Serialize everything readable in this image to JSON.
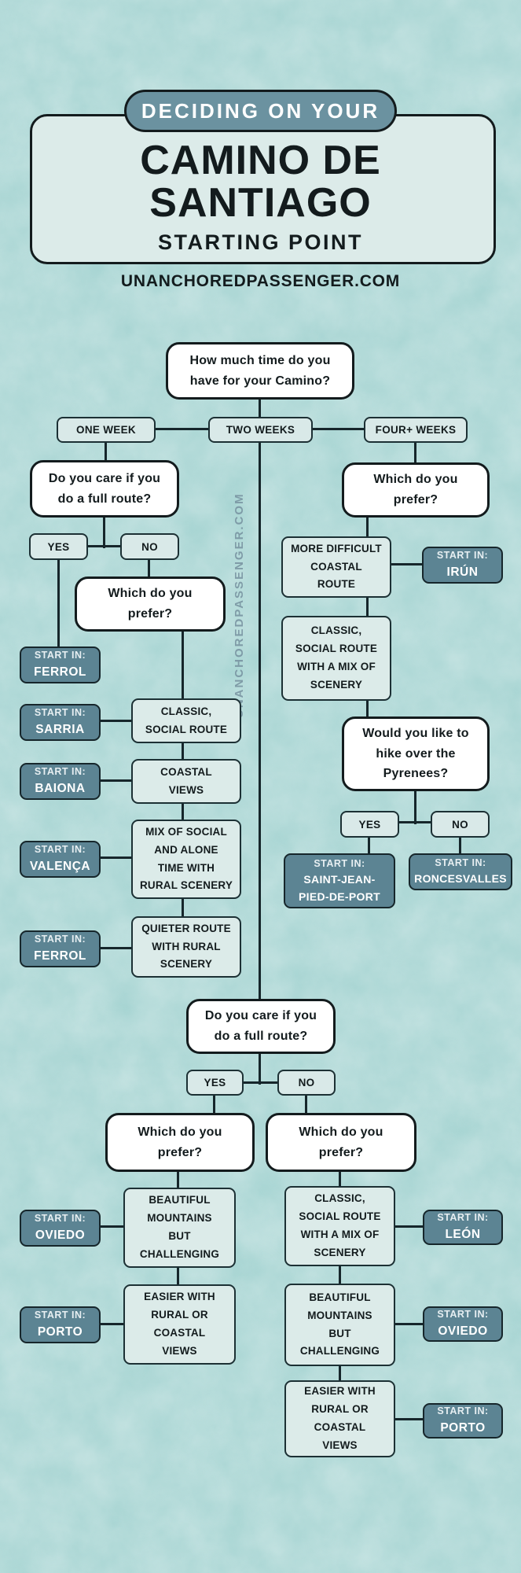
{
  "header": {
    "eyebrow": "DECIDING ON YOUR",
    "title": "CAMINO DE\nSANTIAGO",
    "subtitle": "STARTING POINT",
    "website": "UNANCHOREDPASSENGER.COM"
  },
  "watermark": "UNANCHOREDPASSENGER.COM",
  "flow": {
    "questions": {
      "time": "How much time do you\nhave for your Camino?",
      "full_route": "Do you care if you\ndo a full route?",
      "which_prefer": "Which do you\nprefer?",
      "pyrenees": "Would you like to\nhike over the\nPyrenees?"
    },
    "durations": {
      "one_week": "ONE WEEK",
      "two_weeks": "TWO WEEKS",
      "four_weeks": "FOUR+ WEEKS"
    },
    "answers": {
      "yes": "YES",
      "no": "NO"
    },
    "start_in_label": "START IN:",
    "routes": {
      "classic_social": "CLASSIC,\nSOCIAL ROUTE",
      "coastal_views": "COASTAL\nVIEWS",
      "mix_social_rural": "MIX OF SOCIAL\nAND ALONE\nTIME WITH\nRURAL SCENERY",
      "quieter_rural": "QUIETER ROUTE\nWITH RURAL\nSCENERY",
      "difficult_coastal": "MORE DIFFICULT\nCOASTAL\nROUTE",
      "classic_mix_scenery": "CLASSIC,\nSOCIAL ROUTE\nWITH A MIX OF\nSCENERY",
      "beautiful_mountains": "BEAUTIFUL\nMOUNTAINS\nBUT\nCHALLENGING",
      "easier_rural_coastal": "EASIER WITH\nRURAL OR\nCOASTAL\nVIEWS"
    },
    "starts": {
      "ferrol": "FERROL",
      "sarria": "SARRIA",
      "baiona": "BAIONA",
      "valenca": "VALENÇA",
      "irun": "IRÚN",
      "saint_jean": "SAINT-JEAN-\nPIED-DE-PORT",
      "roncesvalles": "RONCESVALLES",
      "oviedo": "OVIEDO",
      "porto": "PORTO",
      "leon": "LEÓN"
    }
  },
  "colors": {
    "background": "#a6d4d2",
    "panel_light": "#dcebe9",
    "question_white": "#ffffff",
    "pill_light": "#d9e9e8",
    "start_slate": "#5c8493",
    "eyebrow_slate": "#6b92a0",
    "line_dark": "#16262b",
    "text_dark": "#131b1d"
  }
}
